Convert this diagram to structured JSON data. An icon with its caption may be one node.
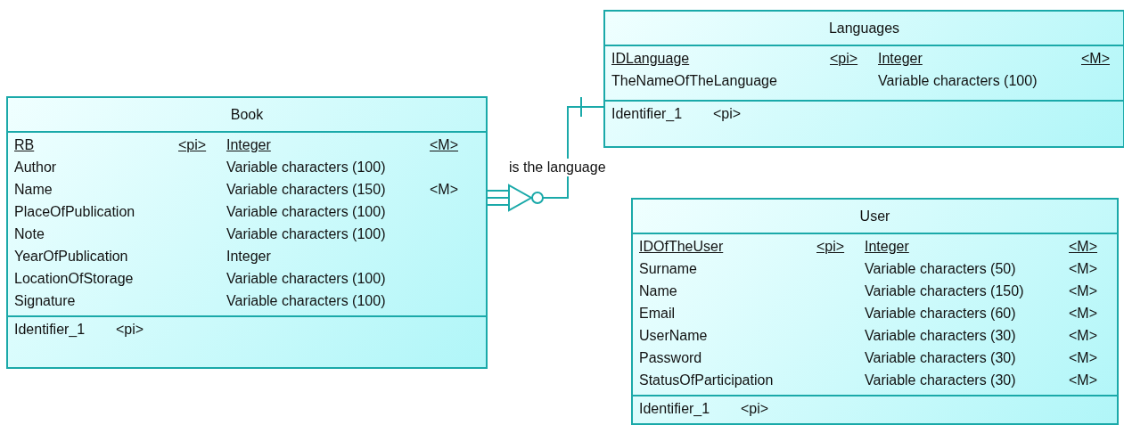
{
  "diagram": {
    "nodes": [
      {
        "text": [
          "Book"
        ]
      },
      {
        "text": [
          "RB",
          "<pi>",
          "Integer",
          "<M>",
          "Author",
          "Variable characters (100)",
          "Name",
          "Variable characters (150)",
          "<M>",
          "PlaceOfPublication",
          "Variable characters (100)",
          "Note",
          "Variable characters (100)",
          "YearOfPublication",
          "Integer",
          "LocationOfStorage",
          "Variable characters (100)",
          "Signature",
          "Variable characters (100)"
        ],
        "in": 0
      },
      {
        "text": [
          "Identifier_1",
          "<pi>"
        ],
        "in": 0
      },
      {
        "text": [
          "Languages"
        ]
      },
      {
        "text": [
          "IDLanguage",
          "<pi>",
          "Integer",
          "<M>",
          "TheNameOfTheLanguage",
          "Variable characters (100)"
        ],
        "in": 3
      },
      {
        "text": [
          "Identifier_1",
          "<pi>"
        ],
        "in": 3
      },
      {
        "text": [
          "User"
        ]
      },
      {
        "text": [
          "IDOfTheUser",
          "<pi>",
          "Integer",
          "<M>",
          "Surname",
          "Variable characters (50)",
          "<M>",
          "Name",
          "Variable characters (150)",
          "<M>",
          "Email",
          "Variable characters (60)",
          "<M>",
          "UserName",
          "Variable characters (30)",
          "<M>",
          "Password",
          "Variable characters (30)",
          "<M>",
          "StatusOfParticipation",
          "Variable characters (30)",
          "<M>"
        ],
        "in": 6
      },
      {
        "text": [
          "Identifier_1",
          "<pi>"
        ],
        "in": 6
      }
    ],
    "edges": [
      {
        "from": 0,
        "to": 3,
        "arrow": "other",
        "label": "is the language"
      }
    ]
  }
}
